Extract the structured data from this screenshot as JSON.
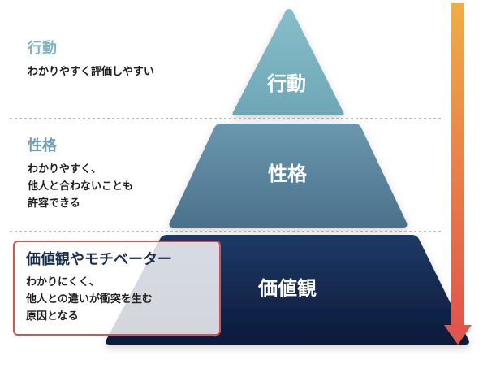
{
  "tiers": [
    {
      "id": "kodo",
      "pyramid_label": "行動",
      "side_title": "行動",
      "side_desc": "わかりやすく評価しやすい",
      "color": "#7fb3c0"
    },
    {
      "id": "seikaku",
      "pyramid_label": "性格",
      "side_title": "性格",
      "side_desc": "わかりやすく、\n他人と合わないことも\n許容できる",
      "color": "#5e8aa2"
    },
    {
      "id": "kachikan",
      "pyramid_label": "価値観",
      "side_title": "価値観やモチベーター",
      "side_desc": "わかりにくく、\n他人との違いが衝突を生む\n原因となる",
      "color": "#0f2146"
    }
  ],
  "colors": {
    "arrow_top": "#f0ad45",
    "arrow_bottom": "#e2564a",
    "callout_border": "#d9534f",
    "divider": "#7a7a7a"
  }
}
